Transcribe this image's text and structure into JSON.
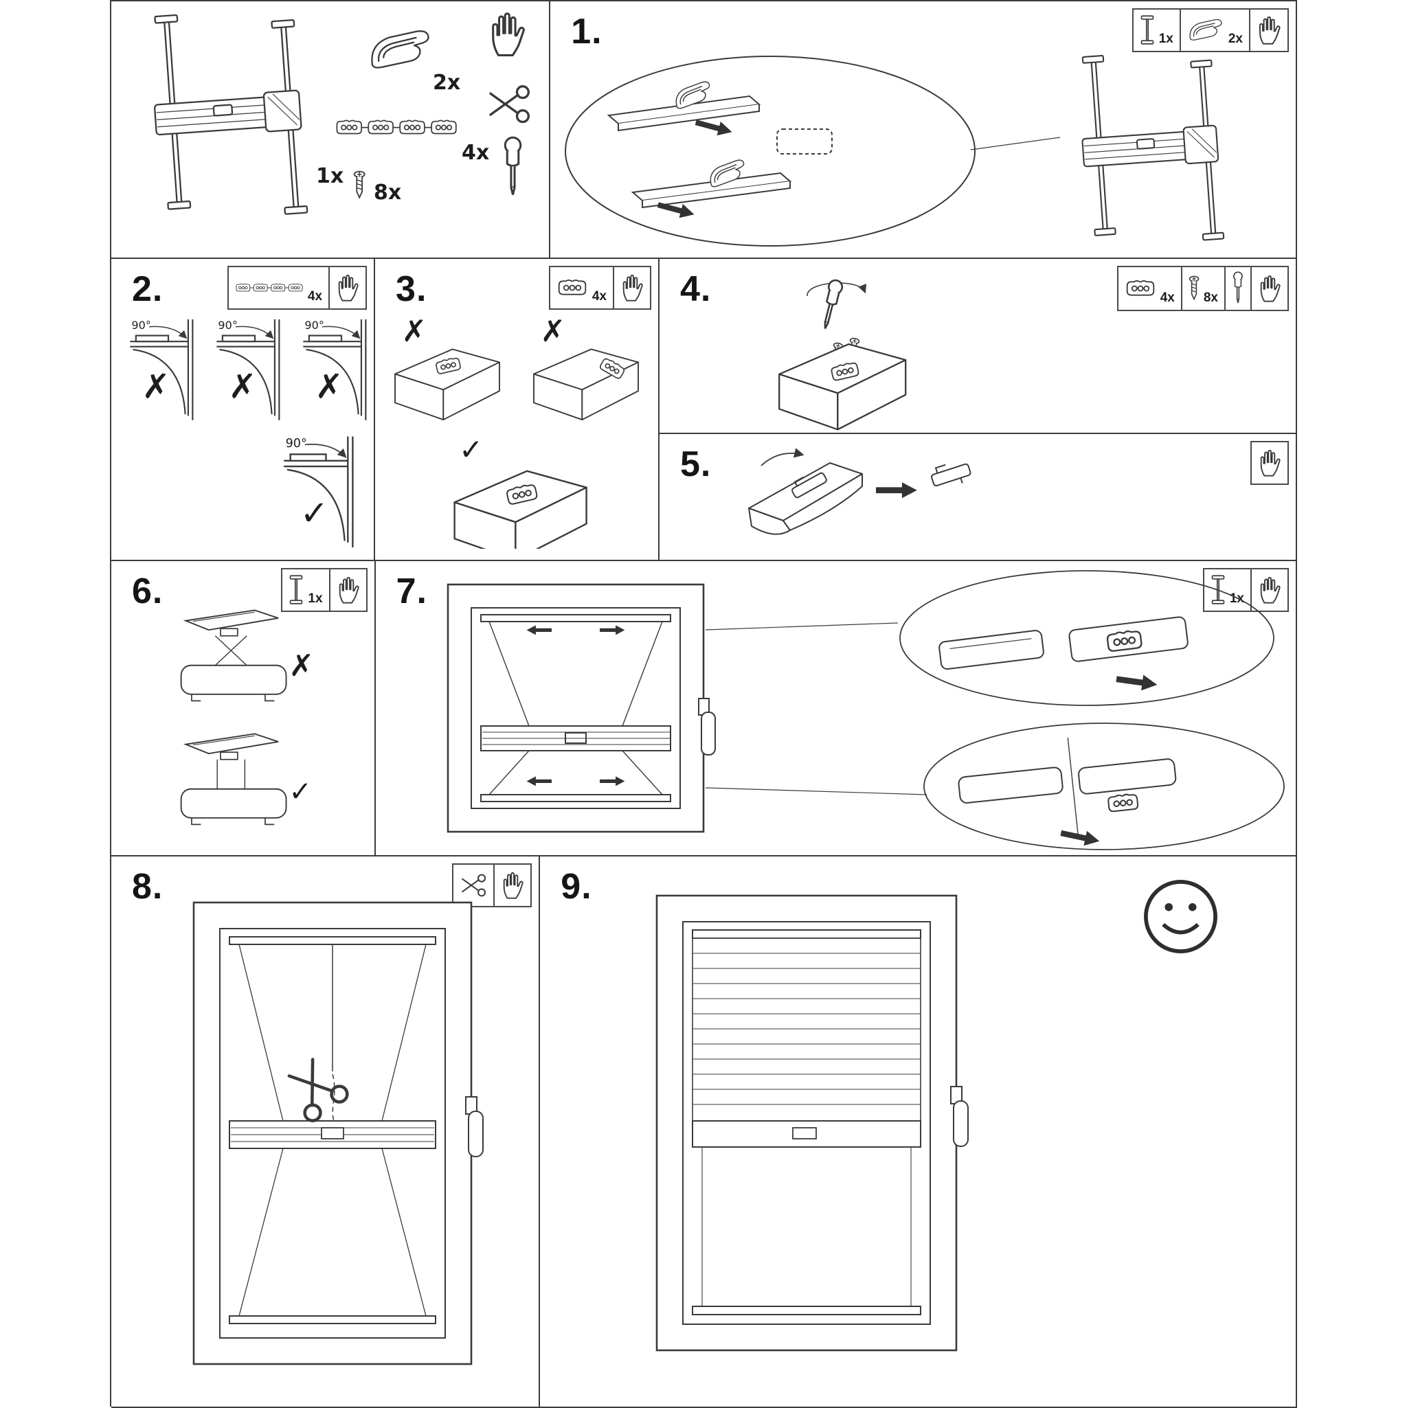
{
  "document": {
    "kind": "assembly-instruction-sheet",
    "background": "#ffffff",
    "line_color": "#3a3a3a"
  },
  "symbols": {
    "check": "✓",
    "cross": "✗"
  },
  "angle_label": "90°",
  "parts_overview": {
    "assembly_qty": "1x",
    "clamp_qty": "2x",
    "connector_qty": "4x",
    "screw_qty": "8x",
    "tools": [
      "hand-icon",
      "scissors-icon",
      "screwdriver-icon"
    ]
  },
  "steps": [
    {
      "number": "1.",
      "req": [
        {
          "part": "side-rail",
          "qty": "1x"
        },
        {
          "part": "clamp",
          "qty": "2x"
        }
      ],
      "tools": [
        "hand-icon"
      ]
    },
    {
      "number": "2.",
      "req": [
        {
          "part": "connector-strip",
          "qty": "4x"
        }
      ],
      "tools": [
        "hand-icon"
      ],
      "marks": [
        "cross",
        "cross",
        "cross",
        "check"
      ]
    },
    {
      "number": "3.",
      "req": [
        {
          "part": "connector",
          "qty": "4x"
        }
      ],
      "tools": [
        "hand-icon"
      ],
      "marks": [
        "cross",
        "cross",
        "check"
      ]
    },
    {
      "number": "4.",
      "req": [
        {
          "part": "connector",
          "qty": "4x"
        },
        {
          "part": "screw",
          "qty": "8x"
        }
      ],
      "tools": [
        "screwdriver-icon",
        "hand-icon"
      ]
    },
    {
      "number": "5.",
      "req": [],
      "tools": [
        "hand-icon"
      ]
    },
    {
      "number": "6.",
      "req": [
        {
          "part": "side-rail",
          "qty": "1x"
        }
      ],
      "tools": [
        "hand-icon"
      ],
      "marks": [
        "cross",
        "check"
      ]
    },
    {
      "number": "7.",
      "req": [
        {
          "part": "side-rail",
          "qty": "1x"
        }
      ],
      "tools": [
        "hand-icon"
      ]
    },
    {
      "number": "8.",
      "req": [],
      "tools": [
        "scissors-icon",
        "hand-icon"
      ]
    },
    {
      "number": "9.",
      "req": [],
      "tools": [
        "smiley-icon"
      ]
    }
  ]
}
